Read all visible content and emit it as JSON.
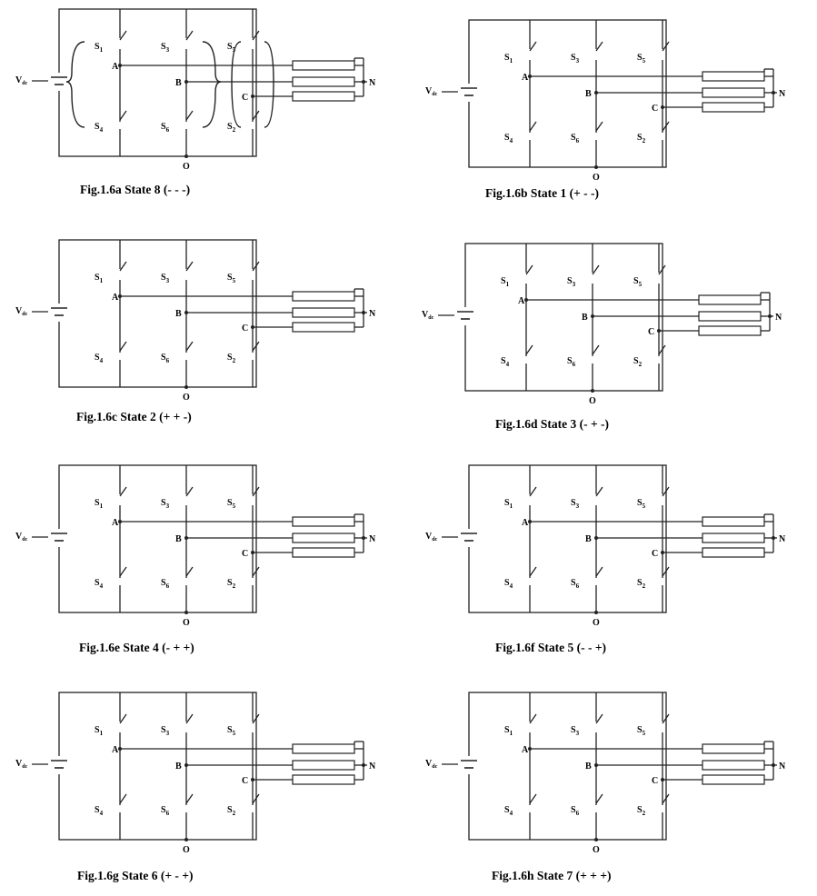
{
  "labels": {
    "vdc": "V",
    "vdc_sub": "dc",
    "node_a": "A",
    "node_b": "B",
    "node_c": "C",
    "node_n": "N",
    "node_o": "O",
    "switch": "S"
  },
  "figures": [
    {
      "caption": "Fig.1.6a State 8 (- - -)",
      "switches": [
        "S1",
        "S3",
        "S5",
        "S4",
        "S6",
        "S2"
      ],
      "brackets": true
    },
    {
      "caption": "Fig.1.6b State 1 (+ - -)",
      "switches": [
        "S1",
        "S3",
        "S5",
        "S4",
        "S6",
        "S2"
      ],
      "brackets": false
    },
    {
      "caption": "Fig.1.6c State 2 (+ + -)",
      "switches": [
        "S1",
        "S3",
        "S5",
        "S4",
        "S6",
        "S2"
      ],
      "brackets": false
    },
    {
      "caption": "Fig.1.6d State 3 (- + -)",
      "switches": [
        "S1",
        "S3",
        "S5",
        "S4",
        "S6",
        "S2"
      ],
      "brackets": false
    },
    {
      "caption": "Fig.1.6e State 4 (- + +)",
      "switches": [
        "S1",
        "S3",
        "S5",
        "S4",
        "S6",
        "S2"
      ],
      "brackets": false
    },
    {
      "caption": "Fig.1.6f State 5 (- - +)",
      "switches": [
        "S1",
        "S3",
        "S5",
        "S4",
        "S6",
        "S2"
      ],
      "brackets": false
    },
    {
      "caption": "Fig.1.6g State 6 (+ - +)",
      "switches": [
        "S1",
        "S3",
        "S5",
        "S4",
        "S6",
        "S2"
      ],
      "brackets": false
    },
    {
      "caption": "Fig.1.6h State 7 (+ + +)",
      "switches": [
        "S1",
        "S3",
        "S5",
        "S4",
        "S6",
        "S2"
      ],
      "brackets": false
    }
  ]
}
